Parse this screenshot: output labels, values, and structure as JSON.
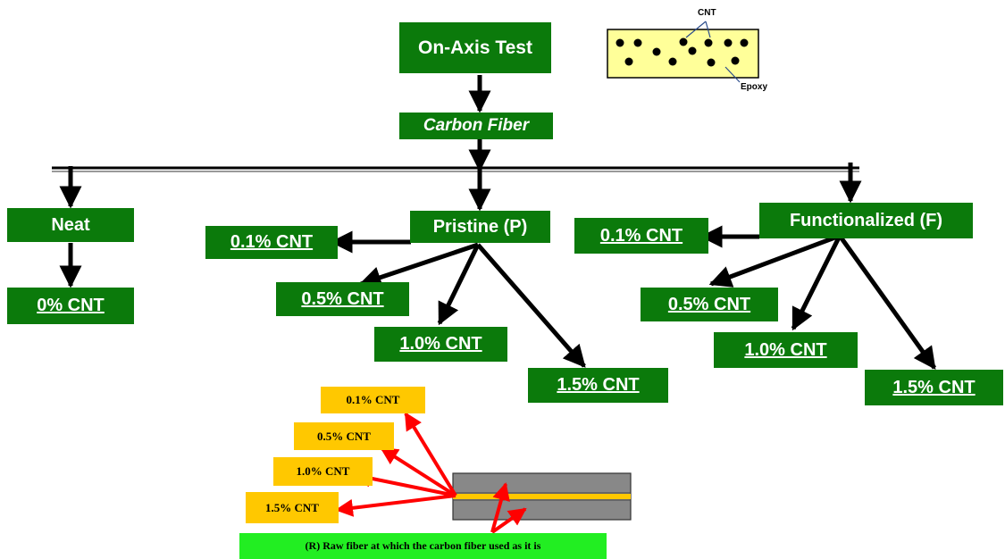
{
  "title": "On-Axis Test",
  "subtitle": "Carbon Fiber",
  "branches": {
    "neat": {
      "label": "Neat",
      "child": "0% CNT"
    },
    "pristine": {
      "label": "Pristine (P)",
      "children": [
        "0.1% CNT",
        "0.5% CNT",
        "1.0% CNT",
        "1.5% CNT"
      ]
    },
    "functionalized": {
      "label": "Functionalized (F)",
      "children": [
        "0.1% CNT",
        "0.5% CNT",
        "1.0% CNT",
        "1.5% CNT"
      ]
    }
  },
  "inset": {
    "cnt_label": "CNT",
    "epoxy_label": "Epoxy"
  },
  "fiber_detail": {
    "labels": [
      "0.1% CNT",
      "0.5% CNT",
      "1.0% CNT",
      "1.5% CNT"
    ],
    "note": "(R) Raw fiber at which the carbon fiber used as it is"
  },
  "colors": {
    "box_green": "#0b7a0b",
    "yellow": "#ffc800",
    "light_green": "#22ee22",
    "arrow_red": "#ff0000",
    "matrix_fill": "#ffff99"
  }
}
